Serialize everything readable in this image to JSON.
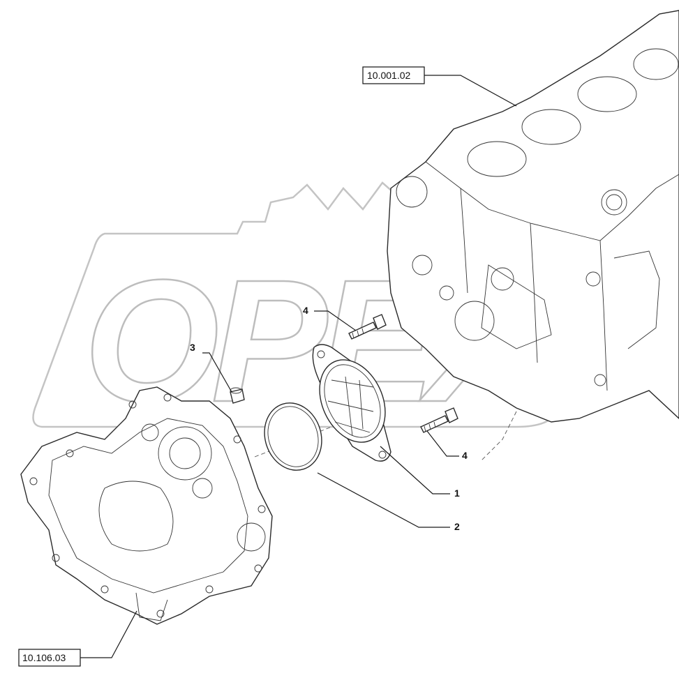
{
  "watermark": {
    "text": "OPEX"
  },
  "references": [
    {
      "id": "ref-engine-block",
      "label": "10.001.02"
    },
    {
      "id": "ref-gear-cover",
      "label": "10.106.03"
    }
  ],
  "callouts": [
    {
      "id": "callout-1",
      "label": "1"
    },
    {
      "id": "callout-2",
      "label": "2"
    },
    {
      "id": "callout-3",
      "label": "3"
    },
    {
      "id": "callout-4a",
      "label": "4"
    },
    {
      "id": "callout-4b",
      "label": "4"
    }
  ]
}
